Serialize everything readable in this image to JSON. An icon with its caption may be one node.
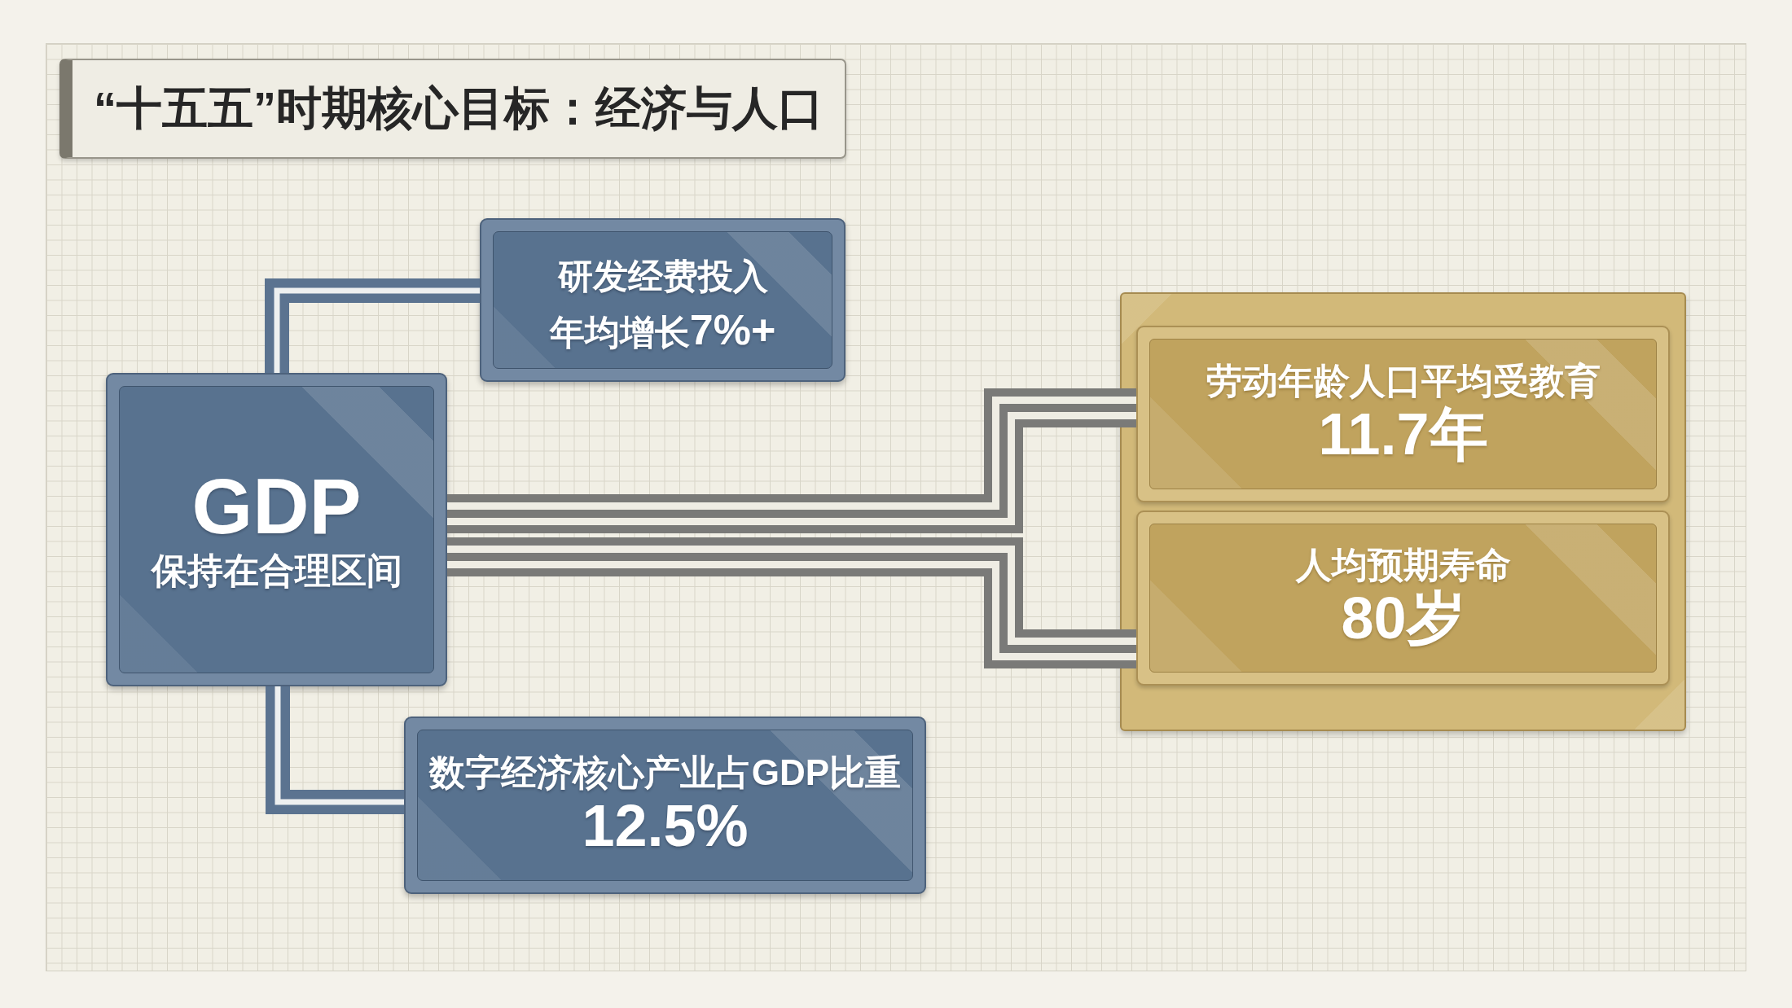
{
  "diagram": {
    "title": "“十五五”时期核心目标：经济与人口",
    "nodes": [
      {
        "text": [
          "GDP",
          "保持在合理区间"
        ]
      },
      {
        "text": [
          "研发经费投入",
          "年均增长**7%+**"
        ]
      },
      {
        "text": [
          "数字经济核心产业占GDP比重",
          "12.5%"
        ]
      },
      {
        "text": [],
        "shape": "box"
      },
      {
        "text": [
          "劳动年龄人口平均受教育",
          "11.7年"
        ],
        "in": 3
      },
      {
        "text": [
          "人均预期寿命",
          "80岁"
        ],
        "in": 3
      }
    ],
    "edges": [
      {
        "from": 0,
        "to": 1,
        "arrow": "none"
      },
      {
        "from": 0,
        "to": 2,
        "arrow": "none"
      },
      {
        "from": 0,
        "to": 4,
        "arrow": "none",
        "color": "#7a7a78"
      },
      {
        "from": 0,
        "to": 5,
        "arrow": "none",
        "color": "#7a7a78"
      }
    ]
  }
}
